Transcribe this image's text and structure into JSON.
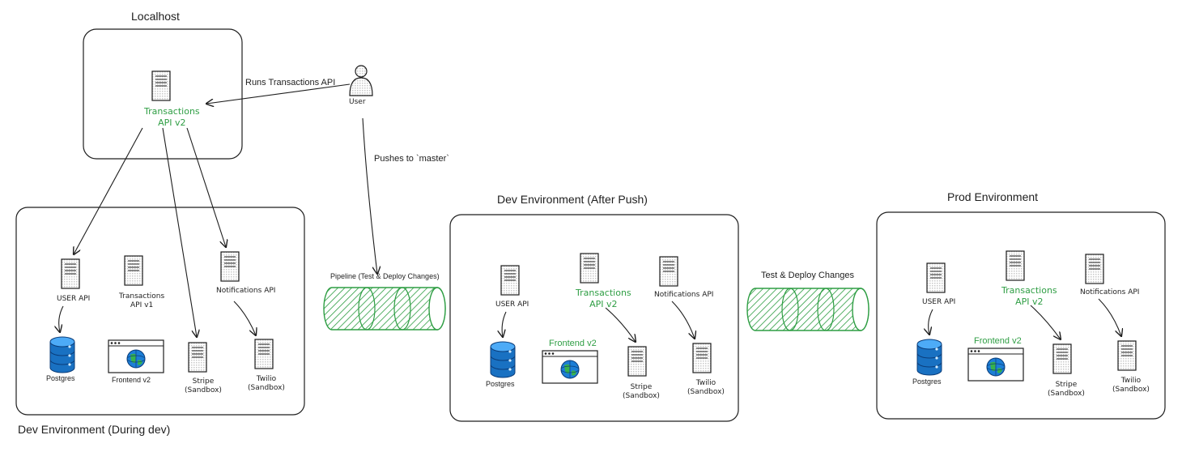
{
  "boxes": {
    "localhost": {
      "title": "Localhost"
    },
    "dev_during": {
      "title": "Dev Environment (During dev)"
    },
    "dev_after": {
      "title": "Dev Environment (After Push)"
    },
    "prod": {
      "title": "Prod Environment"
    }
  },
  "user": {
    "label": "User"
  },
  "arrows": {
    "runs": "Runs Transactions API",
    "pushes": "Pushes to `master`"
  },
  "pipelines": {
    "first": "Pipeline (Test & Deploy Changes)",
    "second": "Test & Deploy Changes"
  },
  "localhost": {
    "server": "Transactions\nAPI v2"
  },
  "dev_during": {
    "user_api": "USER API",
    "transactions": "Transactions\nAPI v1",
    "notifications": "Notifications API",
    "postgres": "Postgres",
    "frontend": "Frontend v2",
    "stripe": "Stripe\n(Sandbox)",
    "twilio": "Twilio\n(Sandbox)"
  },
  "dev_after": {
    "user_api": "USER API",
    "transactions": "Transactions\nAPI v2",
    "notifications": "Notifications API",
    "postgres": "Postgres",
    "frontend": "Frontend v2",
    "stripe": "Stripe\n(Sandbox)",
    "twilio": "Twilio\n(Sandbox)"
  },
  "prod": {
    "user_api": "USER API",
    "transactions": "Transactions\nAPI v2",
    "notifications": "Notifications API",
    "postgres": "Postgres",
    "frontend": "Frontend v2",
    "stripe": "Stripe\n(Sandbox)",
    "twilio": "Twilio\n(Sandbox)"
  },
  "colors": {
    "stroke": "#1e1e1e",
    "green": "#2f9e44",
    "db_blue": "#1971c2",
    "pipe_fill": "#b2f2bb"
  }
}
